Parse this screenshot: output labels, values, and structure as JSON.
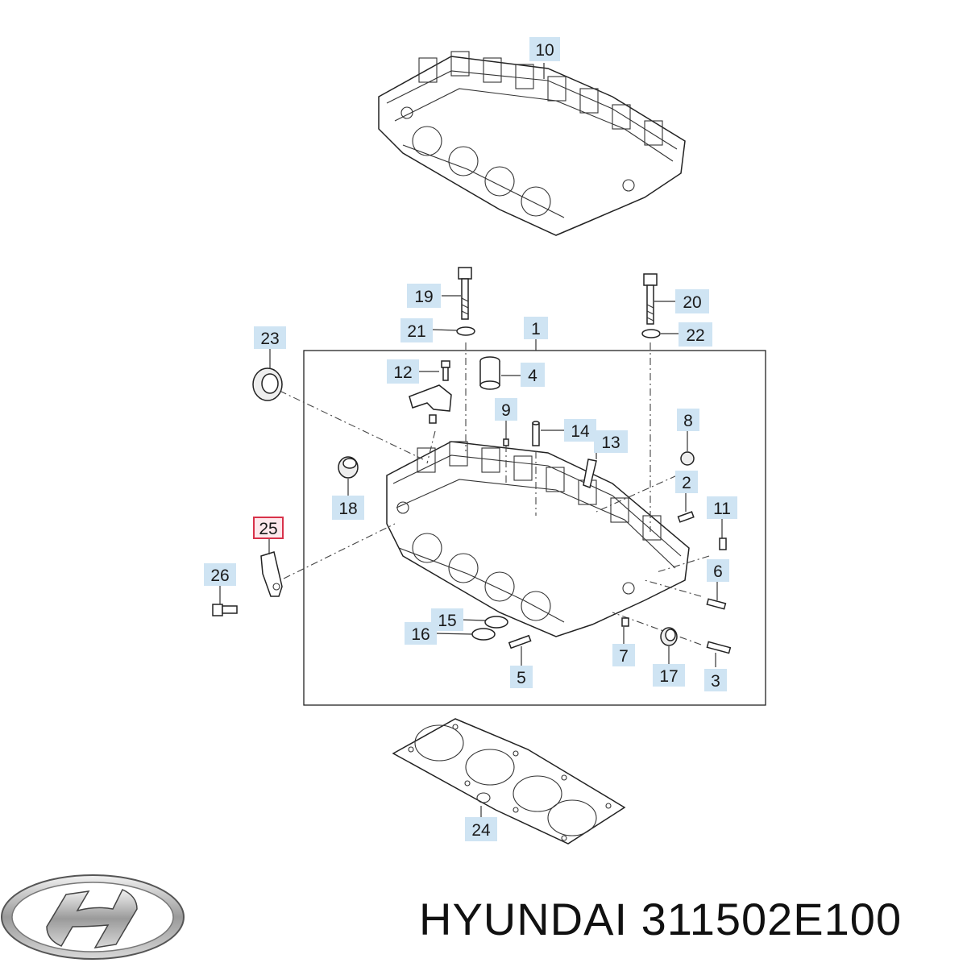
{
  "brand": {
    "name": "HYUNDAI",
    "part_number": "311502E100"
  },
  "callouts": {
    "c1": "1",
    "c2": "2",
    "c3": "3",
    "c4": "4",
    "c5": "5",
    "c6": "6",
    "c7": "7",
    "c8": "8",
    "c9": "9",
    "c10": "10",
    "c11": "11",
    "c12": "12",
    "c13": "13",
    "c14": "14",
    "c15": "15",
    "c16": "16",
    "c17": "17",
    "c18": "18",
    "c19": "19",
    "c20": "20",
    "c21": "21",
    "c22": "22",
    "c23": "23",
    "c24": "24",
    "c25": "25",
    "c26": "26"
  },
  "highlighted_callout": "25",
  "colors": {
    "callout_fill": "#cfe4f3",
    "highlight_border": "#d8324a",
    "line": "#222222"
  },
  "icons": {
    "logo": "hyundai-logo-icon"
  }
}
